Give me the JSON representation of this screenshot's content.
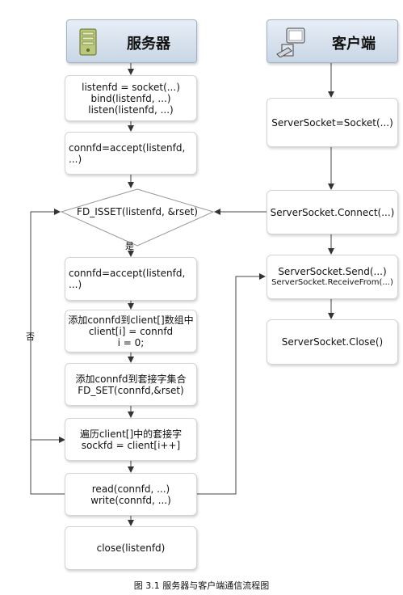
{
  "server": {
    "title": "服务器",
    "icon": "server-icon"
  },
  "client": {
    "title": "客户端",
    "icon": "computer-icon"
  },
  "server_steps": {
    "s1": [
      "listenfd = socket(...)",
      "bind(listenfd, ...)",
      "listen(listenfd, ...)"
    ],
    "s2": "connfd=accept(listenfd, ...)",
    "decision": "FD_ISSET(listenfd, &rset)",
    "s3": "connfd=accept(listenfd, ...)",
    "s4": [
      "添加connfd到client[]数组中",
      "client[i] = connfd",
      "i = 0;"
    ],
    "s5": [
      "添加connfd到套接字集合",
      "FD_SET(connfd,&rset)"
    ],
    "s6": [
      "遍历client[]中的套接字",
      "sockfd = client[i++]"
    ],
    "s7": [
      "read(connfd, ...)",
      "write(connfd, ...)"
    ],
    "s8": "close(listenfd)"
  },
  "client_steps": {
    "c1": "ServerSocket=Socket(...)",
    "c2": "ServerSocket.Connect(...)",
    "c3": [
      "ServerSocket.Send(...)",
      "ServerSocket.ReceiveFrom(...)"
    ],
    "c4": "ServerSocket.Close()"
  },
  "labels": {
    "yes": "是",
    "no": "否"
  },
  "caption": "图 3.1  服务器与客户端通信流程图"
}
